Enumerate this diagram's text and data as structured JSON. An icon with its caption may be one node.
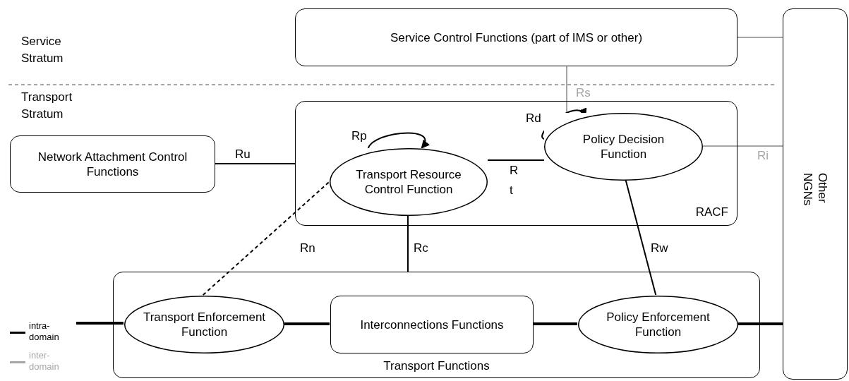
{
  "diagram": {
    "nodes": [
      {
        "text": [
          "Service Control Functions (part of IMS or other)"
        ]
      },
      {
        "text": [
          "Other NGNs"
        ]
      },
      {
        "text": [
          "Network Attachment Control Functions"
        ]
      },
      {
        "text": [
          "RACF"
        ]
      },
      {
        "text": [
          "Transport Resource Control Function"
        ],
        "in": 3
      },
      {
        "text": [
          "Policy Decision Function"
        ],
        "in": 3
      },
      {
        "text": [
          "Transport Functions"
        ]
      },
      {
        "text": [
          "Transport Enforcement Function"
        ],
        "in": 6
      },
      {
        "text": [
          "Interconnections Functions"
        ],
        "in": 6
      },
      {
        "text": [
          "Policy Enforcement Function"
        ],
        "in": 6
      }
    ],
    "edges": [
      {
        "from": 0,
        "to": 1,
        "arrow": "none",
        "color": "#a6a6a6"
      },
      {
        "from": 0,
        "to": 5,
        "arrow": "none",
        "label": "Rs",
        "color": "#a6a6a6"
      },
      {
        "from": 2,
        "to": 3,
        "arrow": "none",
        "label": "Ru"
      },
      {
        "from": 4,
        "to": 4,
        "arrow": "to",
        "label": "Rp"
      },
      {
        "from": 4,
        "to": 5,
        "arrow": "none",
        "label": "Rt"
      },
      {
        "from": 5,
        "to": 5,
        "arrow": "to",
        "label": "Rd"
      },
      {
        "from": 5,
        "to": 1,
        "arrow": "none",
        "label": "Ri",
        "color": "#a6a6a6"
      },
      {
        "from": 7,
        "to": 4,
        "arrow": "none",
        "label": "Rn",
        "style": "dashed"
      },
      {
        "from": 4,
        "to": 6,
        "arrow": "none",
        "label": "Rc"
      },
      {
        "from": 5,
        "to": 9,
        "arrow": "none",
        "label": "Rw"
      },
      {
        "from": null,
        "to": 7,
        "arrow": "none",
        "style": "thick"
      },
      {
        "from": 7,
        "to": 8,
        "arrow": "none",
        "style": "thick"
      },
      {
        "from": 8,
        "to": 9,
        "arrow": "none",
        "style": "thick"
      },
      {
        "from": 9,
        "to": 1,
        "arrow": "none",
        "style": "thick"
      }
    ],
    "labels": [
      "Service Stratum",
      "Transport Stratum"
    ],
    "legend": [
      {
        "text": "intra-domain",
        "color": "#000000"
      },
      {
        "text": "inter-domain",
        "color": "#a6a6a6"
      }
    ]
  }
}
